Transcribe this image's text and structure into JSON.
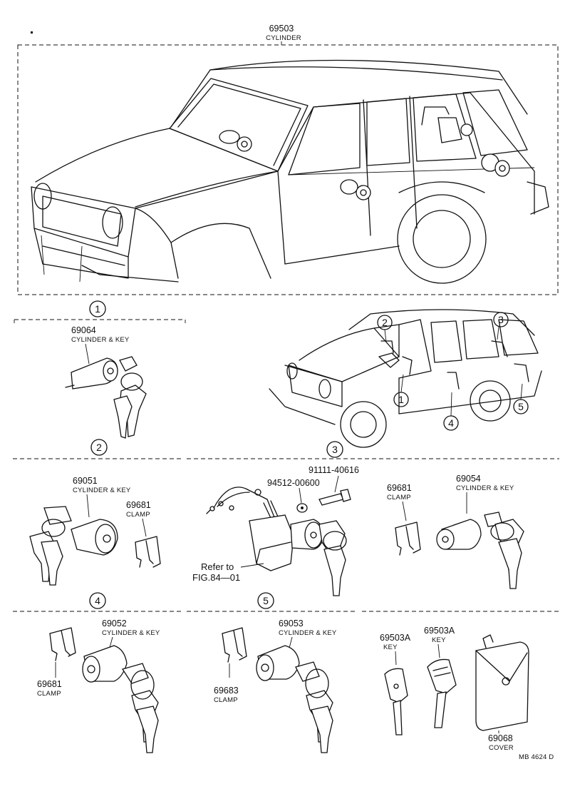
{
  "header": {
    "part_no": "69503",
    "part_name": "CYLINDER"
  },
  "sections": [
    {
      "num": "1"
    },
    {
      "num": "2"
    },
    {
      "num": "3"
    },
    {
      "num": "4"
    },
    {
      "num": "5"
    }
  ],
  "callouts": [
    "2",
    "3",
    "1",
    "4",
    "5"
  ],
  "parts": {
    "p69064": {
      "no": "69064",
      "name": "CYLINDER & KEY"
    },
    "p69051": {
      "no": "69051",
      "name": "CYLINDER & KEY"
    },
    "p69681a": {
      "no": "69681",
      "name": "CLAMP"
    },
    "p94512": {
      "no": "94512-00600"
    },
    "p91111": {
      "no": "91111-40616"
    },
    "p69681b": {
      "no": "69681",
      "name": "CLAMP"
    },
    "p69054": {
      "no": "69054",
      "name": "CYLINDER & KEY"
    },
    "p69052": {
      "no": "69052",
      "name": "CYLINDER & KEY"
    },
    "p69681c": {
      "no": "69681",
      "name": "CLAMP"
    },
    "p69053": {
      "no": "69053",
      "name": "CYLINDER & KEY"
    },
    "p69683": {
      "no": "69683",
      "name": "CLAMP"
    },
    "p69503a1": {
      "no": "69503A",
      "name": "KEY"
    },
    "p69503a2": {
      "no": "69503A",
      "name": "KEY"
    },
    "p69068": {
      "no": "69068",
      "name": "COVER"
    }
  },
  "refer": {
    "line1": "Refer to",
    "line2": "FIG.84—01"
  },
  "footer": {
    "code": "MB 4624  D"
  }
}
